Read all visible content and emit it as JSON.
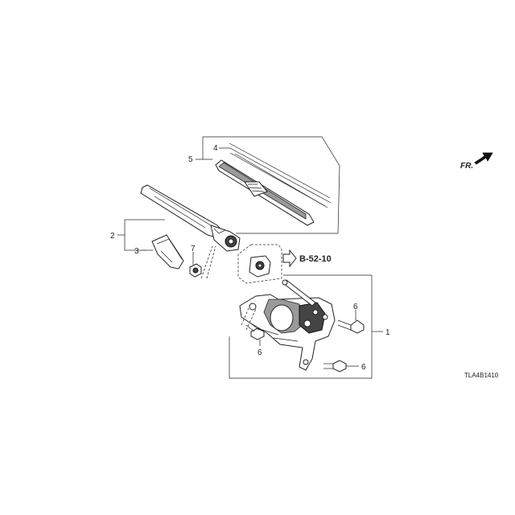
{
  "callouts": {
    "c1": "1",
    "c2": "2",
    "c3": "3",
    "c4": "4",
    "c5": "5",
    "c6a": "6",
    "c6b": "6",
    "c6c": "6",
    "c7": "7"
  },
  "reference_code": "B-52-10",
  "direction_label": "FR.",
  "catalog_number": "TLA4B1410",
  "icons": [
    "forward-direction-arrow-icon",
    "reference-arrow-icon"
  ]
}
